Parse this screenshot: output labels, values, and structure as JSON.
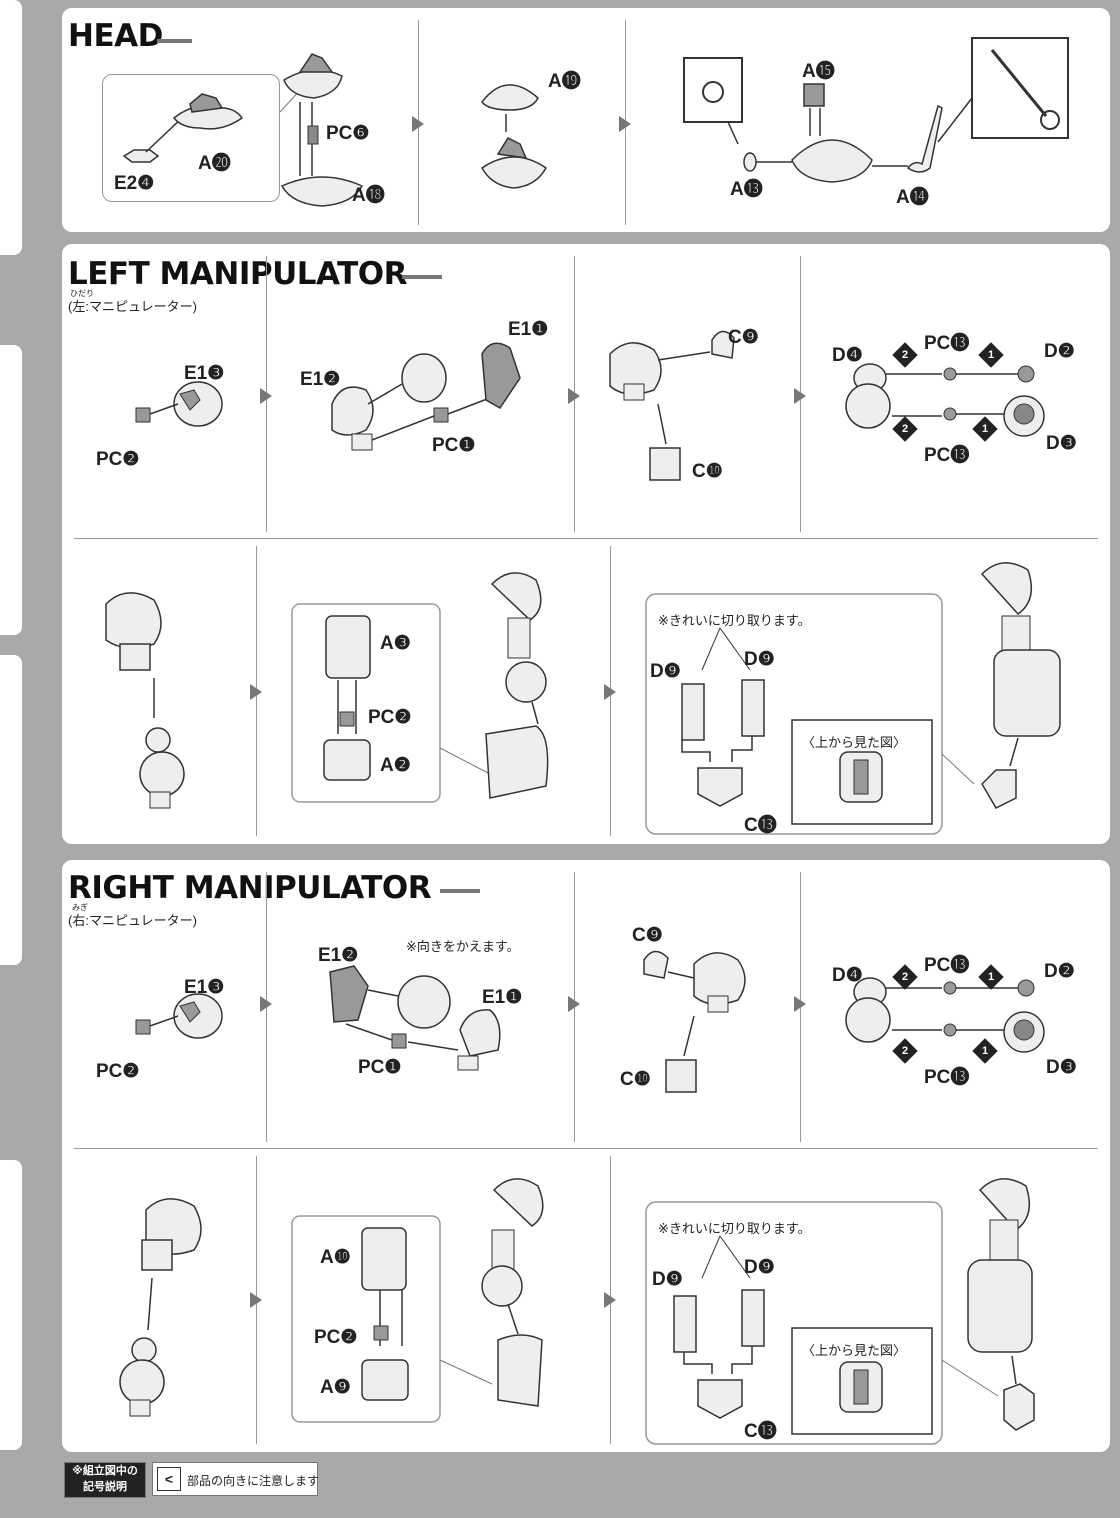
{
  "sections": {
    "head": {
      "title": "HEAD",
      "labels": {
        "e2_4": "E2❹",
        "a20": "A⓴",
        "pc6": "PC❻",
        "a18": "A⓲",
        "a19": "A⓳",
        "a15": "A⓯",
        "a13": "A⓭",
        "a14": "A⓮"
      }
    },
    "left": {
      "title": "LEFT MANIPULATOR",
      "subtitle": "(左:マニピュレーター)",
      "ruby": "ひだり",
      "labels": {
        "e1_3": "E1❸",
        "pc2": "PC❷",
        "e1_2": "E1❷",
        "e1_1": "E1❶",
        "pc1": "PC❶",
        "c9": "C❾",
        "c10": "C❿",
        "d4": "D❹",
        "pc13_top": "PC⓭",
        "d2": "D❷",
        "pc13_bot": "PC⓭",
        "d3": "D❸",
        "a3": "A❸",
        "pc2b": "PC❷",
        "a2": "A❷",
        "d9_l": "D❾",
        "d9_r": "D❾",
        "c13": "C⓭"
      },
      "note_cut": "※きれいに切り取ります。",
      "topview": "〈上から見た図〉"
    },
    "right": {
      "title": "RIGHT MANIPULATOR",
      "subtitle": "(右:マニピュレーター)",
      "ruby": "みぎ",
      "labels": {
        "e1_3": "E1❸",
        "pc2": "PC❷",
        "e1_2": "E1❷",
        "e1_1": "E1❶",
        "pc1": "PC❶",
        "c9": "C❾",
        "c10": "C❿",
        "d4": "D❹",
        "pc13_top": "PC⓭",
        "d2": "D❷",
        "pc13_bot": "PC⓭",
        "d3": "D❸",
        "a10": "A❿",
        "pc2b": "PC❷",
        "a9": "A❾",
        "d9_l": "D❾",
        "d9_r": "D❾",
        "c13": "C⓭"
      },
      "note_turn": "※向きをかえます。",
      "note_cut": "※きれいに切り取ります。",
      "topview": "〈上から見た図〉"
    }
  },
  "steps": {
    "one": "1",
    "two": "2"
  },
  "legend": {
    "title_line1": "※組立図中の",
    "title_line2": "記号説明",
    "symbol": "<",
    "text": "部品の向きに注意します"
  }
}
